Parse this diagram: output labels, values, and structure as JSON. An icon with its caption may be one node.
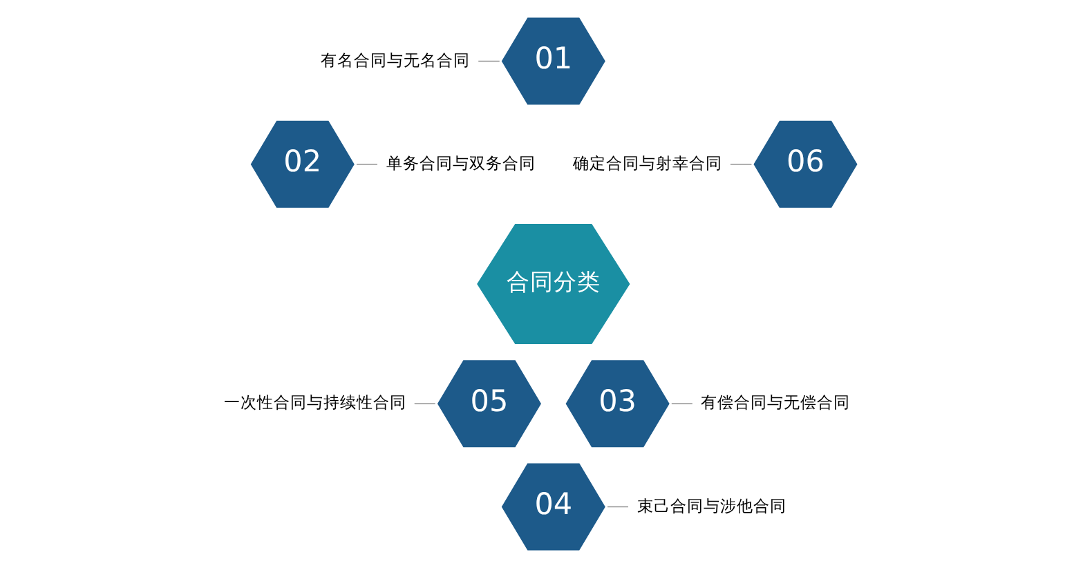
{
  "diagram": {
    "nodes": [
      {
        "text": [
          "合同分类"
        ]
      },
      {
        "text": [
          "01"
        ]
      },
      {
        "text": [
          "02"
        ]
      },
      {
        "text": [
          "03"
        ]
      },
      {
        "text": [
          "04"
        ]
      },
      {
        "text": [
          "05"
        ]
      },
      {
        "text": [
          "06"
        ]
      },
      {
        "text": [
          "有名合同与无名合同"
        ]
      },
      {
        "text": [
          "单务合同与双务合同"
        ]
      },
      {
        "text": [
          "有偿合同与无偿合同"
        ]
      },
      {
        "text": [
          "束己合同与涉他合同"
        ]
      },
      {
        "text": [
          "一次性合同与持续性合同"
        ]
      },
      {
        "text": [
          "确定合同与射幸合同"
        ]
      }
    ],
    "edges": [
      {
        "from": 7,
        "to": 1,
        "arrow": "none",
        "color": "#999999"
      },
      {
        "from": 2,
        "to": 8,
        "arrow": "none",
        "color": "#999999"
      },
      {
        "from": 3,
        "to": 9,
        "arrow": "none",
        "color": "#999999"
      },
      {
        "from": 4,
        "to": 10,
        "arrow": "none",
        "color": "#999999"
      },
      {
        "from": 11,
        "to": 5,
        "arrow": "none",
        "color": "#999999"
      },
      {
        "from": 12,
        "to": 6,
        "arrow": "none",
        "color": "#999999"
      }
    ]
  }
}
